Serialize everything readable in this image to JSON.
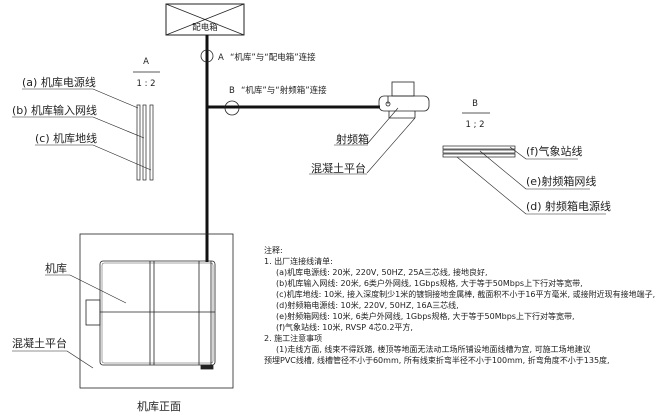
{
  "distribution_box": {
    "label": "配电箱"
  },
  "connections": {
    "a": {
      "marker": "A",
      "text": "“机库”与“配电箱”连接"
    },
    "b": {
      "marker": "B",
      "text": "“机库”与“射频箱”连接"
    }
  },
  "detail_a": {
    "title": "A",
    "scale": "1 : 2",
    "labels": [
      "(a) 机库电源线",
      "(b) 机库输入网线",
      "(c) 机库地线"
    ]
  },
  "detail_b": {
    "title": "B",
    "scale": "1 ; 2",
    "labels": [
      "(f)气象站线",
      "(e)射频箱网线",
      "(d) 射频箱电源线"
    ]
  },
  "rf_box": {
    "label": "射频箱",
    "platform_label": "混凝土平台"
  },
  "hangar": {
    "label": "机库",
    "platform_label": "混凝土平台",
    "caption": "机库正面"
  },
  "notes": {
    "lines": [
      "注释:",
      "1. 出厂连接线清单:",
      "(a)机库电源线: 20米, 220V, 50HZ, 25A三芯线, 接地良好,",
      "(b)机库输入网线: 20米, 6类户外网线, 1Gbps规格, 大于等于50Mbps上下行对等宽带,",
      "(c)机库地线: 10米, 接入深度制少1米的镀铜接地金属棒, 截面积不小于16平方毫米, 或接附近现有接地端子,",
      "(d)射频箱电源线: 10米, 220V, 50HZ, 16A三芯线,",
      "(e)射频箱网线: 10米, 6类户外网线, 1Gbps规格, 大于等于50Mbps上下行对等宽带,",
      "(f)气象站线: 10米, RVSP 4芯0.2平方,",
      "2. 施工注意事项",
      "(1)走线方面, 线束不得跃踏, 楼顶等地面无法动工场所铺设地面线槽为宜, 可施工场地建议",
      "预埋PVC线槽, 线槽管径不小于60mm, 所有线束折弯半径不小于100mm, 折弯角度不小于135度,"
    ]
  }
}
